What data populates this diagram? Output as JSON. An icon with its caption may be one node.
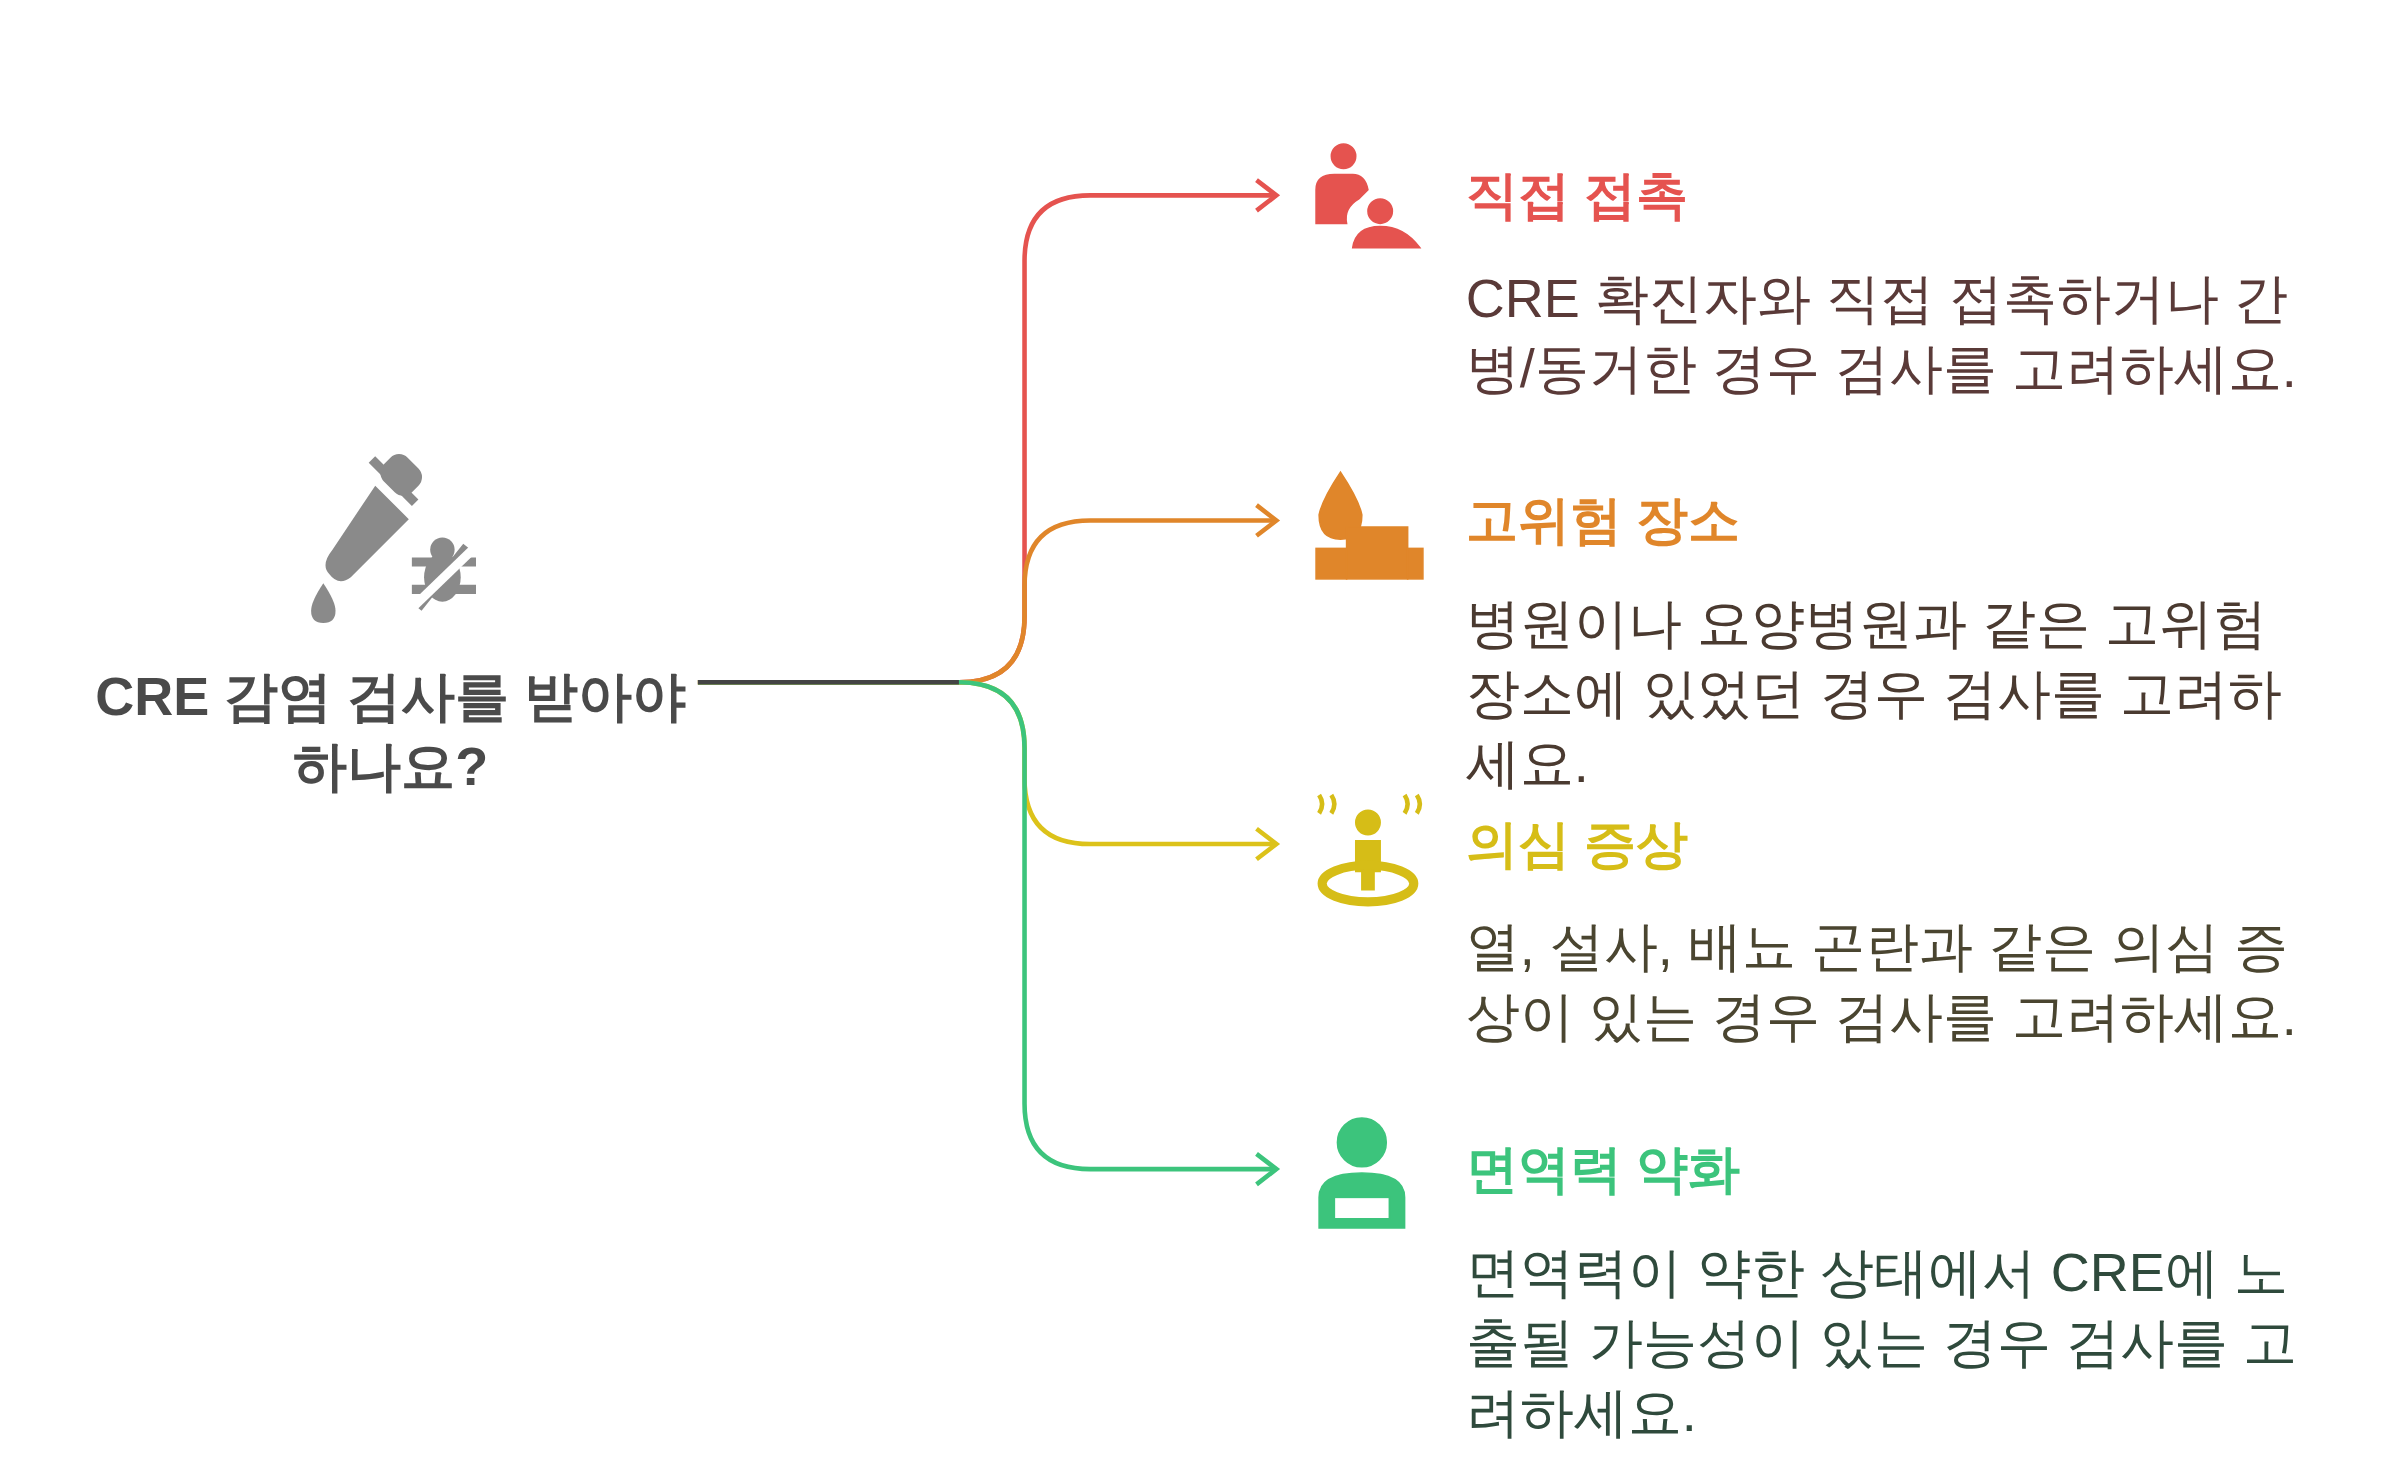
{
  "diagram": {
    "nodes": [
      {
        "text": [
          "CRE 감염 검사를 받아야 하나요?"
        ]
      },
      {
        "text": [
          "직접 접촉",
          "CRE 확진자와 직접 접촉하거나 간병/동거한 경우 검사를 고려하세요."
        ]
      },
      {
        "text": [
          "고위험 장소",
          "병원이나 요양병원과 같은 고위험 장소에 있었던 경우 검사를 고려하세요."
        ]
      },
      {
        "text": [
          "의심 증상",
          "열, 설사, 배뇨 곤란과 같은 의심 증상이 있는 경우 검사를 고려하세요."
        ]
      },
      {
        "text": [
          "면역력 약화",
          "면역력이 약한 상태에서 CRE에 노출될 가능성이 있는 경우 검사를 고려하세요."
        ]
      }
    ],
    "edges": [
      {
        "from": 0,
        "to": 1,
        "arrow": "to",
        "color": "#e5534f"
      },
      {
        "from": 0,
        "to": 2,
        "arrow": "to",
        "color": "#e0862a"
      },
      {
        "from": 0,
        "to": 3,
        "arrow": "to",
        "color": "#dcc21a"
      },
      {
        "from": 0,
        "to": 4,
        "arrow": "to",
        "color": "#3cc47c"
      }
    ]
  }
}
